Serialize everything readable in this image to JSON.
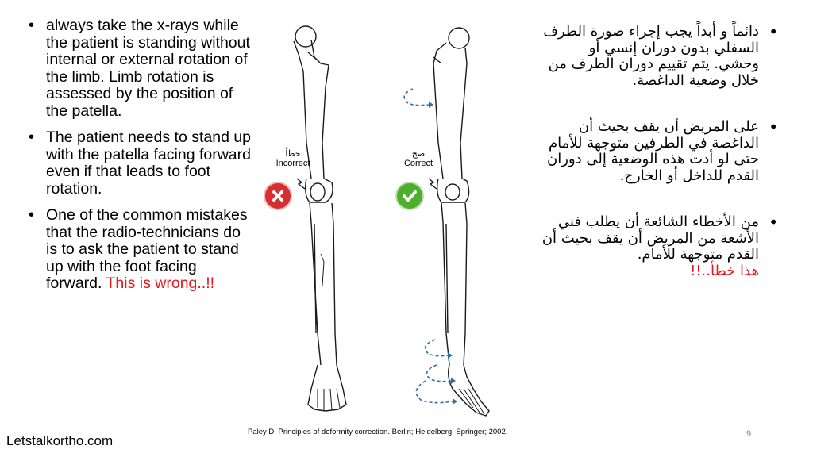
{
  "left_bullets": [
    {
      "text": " always take the x-rays while the patient is standing without internal or external rotation of the limb. Limb rotation is assessed by the position of the patella.",
      "highlight": ""
    },
    {
      "text": "The patient needs to stand up with the patella facing forward even if that leads to foot rotation.",
      "highlight": ""
    },
    {
      "text": "One of the common mistakes that the radio-technicians do is to ask the patient to stand up with the foot facing forward. ",
      "highlight": "This is wrong..!!"
    }
  ],
  "right_bullets": [
    {
      "text": "دائماً و أبداً يجب إجراء صورة الطرف السفلي بدون دوران إنسي أو وحشي. يتم تقييم دوران الطرف من خلال وضعية الداغصة.",
      "highlight": ""
    },
    {
      "text": "على المريض أن يقف بحيث أن الداغصة في الطرفين متوجهة للأمام حتى لو أدت هذه الوضعية إلى دوران القدم للداخل أو الخارج.",
      "highlight": ""
    },
    {
      "text": "من الأخطاء الشائعة أن يطلب فني الأشعة من المريض أن يقف بحيث أن القدم متوجهة للأمام.",
      "highlight": "هذا خطأ..!!"
    }
  ],
  "figure": {
    "incorrect_ar": "خطأ",
    "incorrect_en": "Incorrect",
    "correct_ar": "صح",
    "correct_en": "Correct"
  },
  "footer": {
    "brand": "Letstalkortho.com",
    "citation": "Paley D. Principles of deformity correction. Berlin; Heidelberg: Springer; 2002.",
    "slide_number": "9"
  },
  "colors": {
    "wrong_text": "#e8141b",
    "incorrect_badge": "#d62f2f",
    "correct_badge": "#4caf2e",
    "arrow": "#2f6ea5"
  }
}
